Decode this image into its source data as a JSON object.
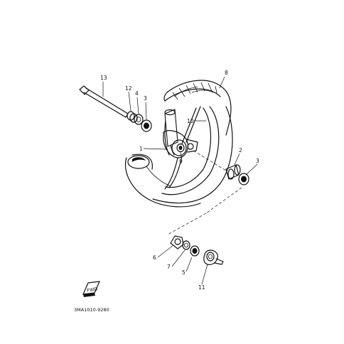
{
  "part_labels": {
    "p1": "1",
    "p2": "2",
    "p3a": "3",
    "p3b": "3",
    "p4": "4",
    "p5": "5",
    "p6": "6",
    "p7": "7",
    "p8": "8",
    "p9": "9",
    "p10": "10",
    "p11": "11",
    "p12": "12",
    "p13": "13"
  },
  "diagram_code": "3MA1010-9280",
  "fwd_badge": "FWD"
}
